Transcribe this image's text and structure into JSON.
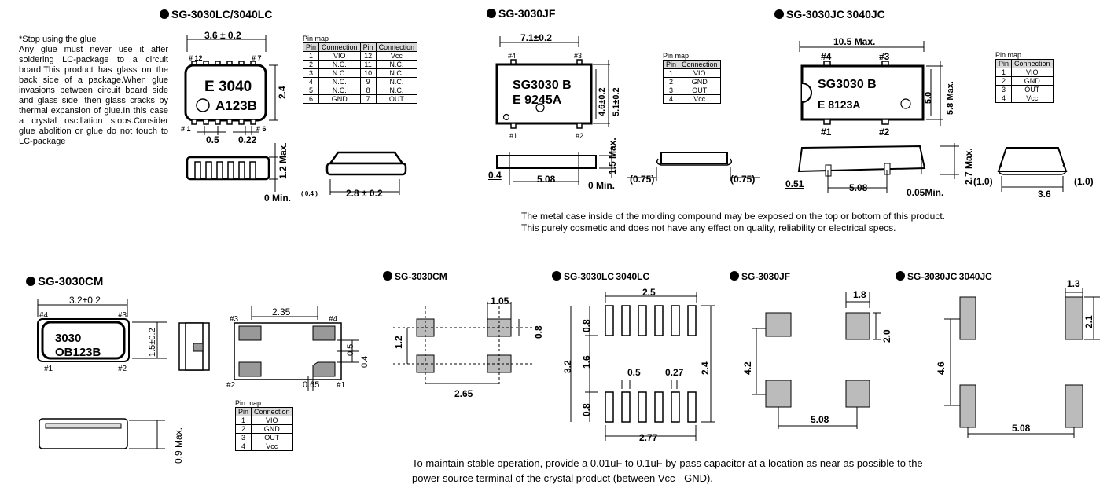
{
  "sections": {
    "lc": "SG-3030LC/3040LC",
    "jf": "SG-3030JF",
    "jc": "SG-3030JC 3040JC",
    "cm": "SG-3030CM"
  },
  "footprint_titles": {
    "cm": "SG-3030CM",
    "lc": "SG-3030LC 3040LC",
    "jf": "SG-3030JF",
    "jc": "SG-3030JC 3040JC"
  },
  "glue_note": {
    "title": "*Stop using the glue",
    "body": "Any glue must never use it after soldering LC-package to a circuit board.This product has glass on the back side of a package.When glue invasions between circuit board side and glass side, then glass cracks by thermal expansion of glue.In this case a crystal oscillation stops.Consider glue abolition or glue do not touch to LC-package"
  },
  "pin_map_label": "Pin map",
  "pin_map_lc": {
    "header": [
      "Pin",
      "Connection",
      "Pin",
      "Connection"
    ],
    "rows": [
      [
        "1",
        "VIO",
        "12",
        "Vcc"
      ],
      [
        "2",
        "N.C.",
        "11",
        "N.C."
      ],
      [
        "3",
        "N.C.",
        "10",
        "N.C."
      ],
      [
        "4",
        "N.C.",
        "9",
        "N.C."
      ],
      [
        "5",
        "N.C.",
        "8",
        "N.C."
      ],
      [
        "6",
        "GND",
        "7",
        "OUT"
      ]
    ]
  },
  "pin_map_4": {
    "header": [
      "Pin",
      "Connection"
    ],
    "rows": [
      [
        "1",
        "VIO"
      ],
      [
        "2",
        "GND"
      ],
      [
        "3",
        "OUT"
      ],
      [
        "4",
        "Vcc"
      ]
    ]
  },
  "lc_drawing": {
    "width": "3.6 ± 0.2",
    "height": "2.4",
    "pin12": "# 12",
    "pin7": "# 7",
    "pin1": "# 1",
    "pin6": "# 6",
    "marking1": "E 3040",
    "marking2": "A123B",
    "pitch": "0.5",
    "lead": "0.22",
    "thick": "1.2 Max.",
    "standoff": "0 Min.",
    "lead_len": "( 0.4 )",
    "body_len": "2.8 ± 0.2"
  },
  "jf_drawing": {
    "width": "7.1±0.2",
    "pin4": "#4",
    "pin3": "#3",
    "pin1": "#1",
    "pin2": "#2",
    "marking1": "SG3030 B",
    "marking2": "E  9245A",
    "h1": "4.6±0.2",
    "h2": "5.1±0.2",
    "lead": "0.4",
    "pitch": "5.08",
    "standoff": "0 Min.",
    "thick": "1.5 Max.",
    "side1": "(0.75)",
    "side2": "(0.75)"
  },
  "jc_drawing": {
    "width": "10.5 Max.",
    "pin4": "#4",
    "pin3": "#3",
    "pin1": "#1",
    "pin2": "#2",
    "marking1": "SG3030 B",
    "marking2": "E    8123A",
    "h1": "5.0",
    "h2": "5.8 Max.",
    "lead": "0.51",
    "pitch": "5.08",
    "standoff": "0.05Min.",
    "thick": "2.7 Max.",
    "side1": "(1.0)",
    "side2": "(1.0)",
    "span": "3.6"
  },
  "metal_note": [
    "The metal case inside of the molding compound may be exposed on the top or bottom of this product.",
    "This purely cosmetic and does not have any effect on quality, reliability or electrical specs."
  ],
  "cm_drawing": {
    "width": "3.2±0.2",
    "pin4": "#4",
    "pin3": "#3",
    "pin1": "#1",
    "pin2": "#2",
    "marking1": "3030",
    "marking2": "OB123B",
    "height": "1.5±0.2",
    "thick": "0.9 Max.",
    "pad_span": "2.35",
    "pad_w": "0.5",
    "pad_gap": "0.4",
    "pad_len": "0.65",
    "b_pin3": "#3",
    "b_pin4": "#4",
    "b_pin2": "#2",
    "b_pin1": "#1"
  },
  "fp_cm": {
    "w": "1.05",
    "h": "0.8",
    "gap": "1.2",
    "pitch": "2.65"
  },
  "fp_lc": {
    "top": "2.5",
    "pad": "0.8",
    "gap": "1.6",
    "total": "3.2",
    "pitch": "0.5",
    "lead": "0.27",
    "h": "2.4",
    "pad2": "0.8",
    "bottom": "2.77"
  },
  "fp_jf": {
    "w": "1.8",
    "h": "2.0",
    "vpitch": "4.2",
    "hpitch": "5.08"
  },
  "fp_jc": {
    "w": "1.3",
    "h": "2.1",
    "vpitch": "4.6",
    "hpitch": "5.08"
  },
  "bypass_note": [
    "To maintain stable operation, provide a 0.01uF to 0.1uF by-pass capacitor at a location as near as possible to the",
    "power source terminal of the crystal product (between Vcc - GND)."
  ]
}
